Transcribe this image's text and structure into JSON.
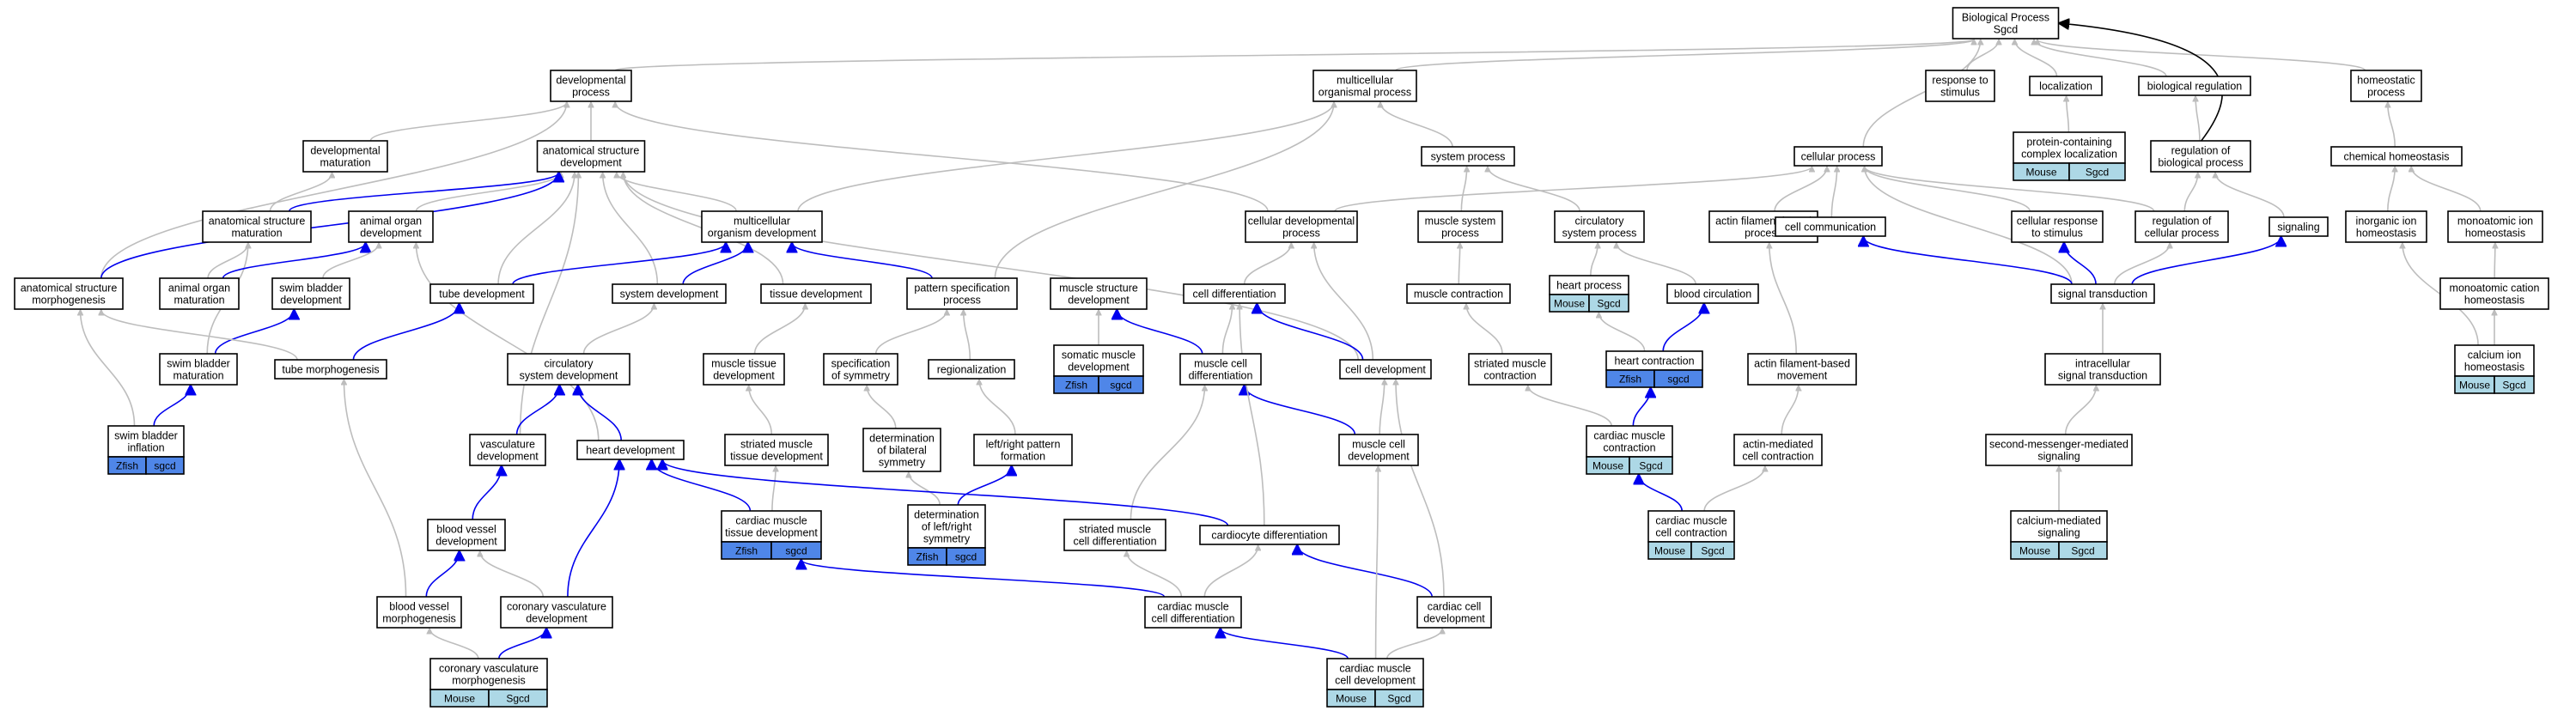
{
  "colors": {
    "mouse_badge": "#add8e6",
    "zfish_badge": "#4f86e8",
    "is_a_edge": "#bdbdbd",
    "part_of_edge": "#0000ee",
    "regulates_edge": "#000000"
  },
  "nodes": [
    {
      "id": "bp",
      "lines": [
        "Biological Process",
        "Sgcd"
      ]
    },
    {
      "id": "dev",
      "lines": [
        "developmental",
        "process"
      ]
    },
    {
      "id": "multi",
      "lines": [
        "multicellular",
        "organismal process"
      ]
    },
    {
      "id": "resp",
      "lines": [
        "response to",
        "stimulus"
      ]
    },
    {
      "id": "loc",
      "lines": [
        "localization"
      ]
    },
    {
      "id": "bioreg",
      "lines": [
        "biological regulation"
      ]
    },
    {
      "id": "homeo",
      "lines": [
        "homeostatic",
        "process"
      ]
    },
    {
      "id": "devmat",
      "lines": [
        "developmental",
        "maturation"
      ]
    },
    {
      "id": "asd",
      "lines": [
        "anatomical structure",
        "development"
      ]
    },
    {
      "id": "sysproc",
      "lines": [
        "system process"
      ]
    },
    {
      "id": "cellproc",
      "lines": [
        "cellular process"
      ]
    },
    {
      "id": "pcl",
      "lines": [
        "protein-containing",
        "complex localization"
      ],
      "badge": [
        "Mouse",
        "Sgcd"
      ],
      "badgeType": "mouse"
    },
    {
      "id": "regbp",
      "lines": [
        "regulation of",
        "biological process"
      ]
    },
    {
      "id": "chemhomeo",
      "lines": [
        "chemical homeostasis"
      ]
    },
    {
      "id": "asm",
      "lines": [
        "anatomical structure",
        "maturation"
      ]
    },
    {
      "id": "aod",
      "lines": [
        "animal organ",
        "development"
      ]
    },
    {
      "id": "mod",
      "lines": [
        "multicellular",
        "organism development"
      ]
    },
    {
      "id": "cdp",
      "lines": [
        "cellular developmental",
        "process"
      ]
    },
    {
      "id": "msp",
      "lines": [
        "muscle system",
        "process"
      ]
    },
    {
      "id": "csp",
      "lines": [
        "circulatory",
        "system process"
      ]
    },
    {
      "id": "afbp",
      "lines": [
        "actin filament-based",
        "process"
      ]
    },
    {
      "id": "cellcomm",
      "lines": [
        "cell communication"
      ]
    },
    {
      "id": "crs",
      "lines": [
        "cellular response",
        "to stimulus"
      ]
    },
    {
      "id": "regcp",
      "lines": [
        "regulation of",
        "cellular process"
      ]
    },
    {
      "id": "signaling",
      "lines": [
        "signaling"
      ]
    },
    {
      "id": "iih",
      "lines": [
        "inorganic ion",
        "homeostasis"
      ]
    },
    {
      "id": "mih",
      "lines": [
        "monoatomic ion",
        "homeostasis"
      ]
    },
    {
      "id": "asmorph",
      "lines": [
        "anatomical structure",
        "morphogenesis"
      ]
    },
    {
      "id": "aom",
      "lines": [
        "animal organ",
        "maturation"
      ]
    },
    {
      "id": "sbd",
      "lines": [
        "swim bladder",
        "development"
      ]
    },
    {
      "id": "tubedev",
      "lines": [
        "tube development"
      ]
    },
    {
      "id": "sysdev",
      "lines": [
        "system development"
      ]
    },
    {
      "id": "tissuedev",
      "lines": [
        "tissue development"
      ]
    },
    {
      "id": "psp",
      "lines": [
        "pattern specification",
        "process"
      ]
    },
    {
      "id": "msd",
      "lines": [
        "muscle structure",
        "development"
      ]
    },
    {
      "id": "celldiff",
      "lines": [
        "cell differentiation"
      ]
    },
    {
      "id": "heartproc",
      "lines": [
        "heart process"
      ],
      "badge": [
        "Mouse",
        "Sgcd"
      ],
      "badgeType": "mouse"
    },
    {
      "id": "bloodcirc",
      "lines": [
        "blood circulation"
      ]
    },
    {
      "id": "musclecontr",
      "lines": [
        "muscle contraction"
      ]
    },
    {
      "id": "sigtrans",
      "lines": [
        "signal transduction"
      ]
    },
    {
      "id": "mch",
      "lines": [
        "monoatomic cation",
        "homeostasis"
      ]
    },
    {
      "id": "sbm",
      "lines": [
        "swim bladder",
        "maturation"
      ]
    },
    {
      "id": "tubemorph",
      "lines": [
        "tube morphogenesis"
      ]
    },
    {
      "id": "circsysdev",
      "lines": [
        "circulatory",
        "system development"
      ]
    },
    {
      "id": "mtd",
      "lines": [
        "muscle tissue",
        "development"
      ]
    },
    {
      "id": "specsym",
      "lines": [
        "specification",
        "of symmetry"
      ]
    },
    {
      "id": "regionalization",
      "lines": [
        "regionalization"
      ]
    },
    {
      "id": "somd",
      "lines": [
        "somatic muscle",
        "development"
      ],
      "badge": [
        "Zfish",
        "sgcd"
      ],
      "badgeType": "zfish"
    },
    {
      "id": "mcd",
      "lines": [
        "muscle cell",
        "differentiation"
      ]
    },
    {
      "id": "celldev",
      "lines": [
        "cell development"
      ]
    },
    {
      "id": "heartcontr",
      "lines": [
        "heart contraction"
      ],
      "badge": [
        "Zfish",
        "sgcd"
      ],
      "badgeType": "zfish"
    },
    {
      "id": "smc",
      "lines": [
        "striated muscle",
        "contraction"
      ]
    },
    {
      "id": "afbm",
      "lines": [
        "actin filament-based",
        "movement"
      ]
    },
    {
      "id": "ist",
      "lines": [
        "intracellular",
        "signal transduction"
      ]
    },
    {
      "id": "cih",
      "lines": [
        "calcium ion",
        "homeostasis"
      ],
      "badge": [
        "Mouse",
        "Sgcd"
      ],
      "badgeType": "mouse"
    },
    {
      "id": "sbi",
      "lines": [
        "swim bladder",
        "inflation"
      ],
      "badge": [
        "Zfish",
        "sgcd"
      ],
      "badgeType": "zfish"
    },
    {
      "id": "vascdev",
      "lines": [
        "vasculature",
        "development"
      ]
    },
    {
      "id": "heartdev",
      "lines": [
        "heart development"
      ]
    },
    {
      "id": "smtd",
      "lines": [
        "striated muscle",
        "tissue development"
      ]
    },
    {
      "id": "dbs",
      "lines": [
        "determination",
        "of bilateral",
        "symmetry"
      ]
    },
    {
      "id": "lrpf",
      "lines": [
        "left/right pattern",
        "formation"
      ]
    },
    {
      "id": "mcdev",
      "lines": [
        "muscle cell",
        "development"
      ]
    },
    {
      "id": "cmc",
      "lines": [
        "cardiac muscle",
        "contraction"
      ],
      "badge": [
        "Mouse",
        "Sgcd"
      ],
      "badgeType": "mouse"
    },
    {
      "id": "amcc",
      "lines": [
        "actin-mediated",
        "cell contraction"
      ]
    },
    {
      "id": "smms",
      "lines": [
        "second-messenger-mediated",
        "signaling"
      ]
    },
    {
      "id": "bvd",
      "lines": [
        "blood vessel",
        "development"
      ]
    },
    {
      "id": "cmtd",
      "lines": [
        "cardiac muscle",
        "tissue development"
      ],
      "badge": [
        "Zfish",
        "sgcd"
      ],
      "badgeType": "zfish"
    },
    {
      "id": "dlrs",
      "lines": [
        "determination",
        "of left/right",
        "symmetry"
      ],
      "badge": [
        "Zfish",
        "sgcd"
      ],
      "badgeType": "zfish"
    },
    {
      "id": "smcd",
      "lines": [
        "striated muscle",
        "cell differentiation"
      ]
    },
    {
      "id": "cardiodiff",
      "lines": [
        "cardiocyte differentiation"
      ]
    },
    {
      "id": "cmcc",
      "lines": [
        "cardiac muscle",
        "cell contraction"
      ],
      "badge": [
        "Mouse",
        "Sgcd"
      ],
      "badgeType": "mouse"
    },
    {
      "id": "cms",
      "lines": [
        "calcium-mediated",
        "signaling"
      ],
      "badge": [
        "Mouse",
        "Sgcd"
      ],
      "badgeType": "mouse"
    },
    {
      "id": "bvm",
      "lines": [
        "blood vessel",
        "morphogenesis"
      ]
    },
    {
      "id": "cvd",
      "lines": [
        "coronary vasculature",
        "development"
      ]
    },
    {
      "id": "cmcdiff",
      "lines": [
        "cardiac muscle",
        "cell differentiation"
      ]
    },
    {
      "id": "ccd",
      "lines": [
        "cardiac cell",
        "development"
      ]
    },
    {
      "id": "cvm",
      "lines": [
        "coronary vasculature",
        "morphogenesis"
      ],
      "badge": [
        "Mouse",
        "Sgcd"
      ],
      "badgeType": "mouse"
    },
    {
      "id": "cmcdev",
      "lines": [
        "cardiac muscle",
        "cell development"
      ],
      "badge": [
        "Mouse",
        "Sgcd"
      ],
      "badgeType": "mouse"
    }
  ],
  "edges": [
    {
      "from": "dev",
      "to": "bp",
      "type": "is_a"
    },
    {
      "from": "multi",
      "to": "bp",
      "type": "is_a"
    },
    {
      "from": "resp",
      "to": "bp",
      "type": "is_a"
    },
    {
      "from": "loc",
      "to": "bp",
      "type": "is_a"
    },
    {
      "from": "bioreg",
      "to": "bp",
      "type": "is_a"
    },
    {
      "from": "homeo",
      "to": "bp",
      "type": "is_a"
    },
    {
      "from": "cellproc",
      "to": "bp",
      "type": "is_a"
    },
    {
      "from": "regbp",
      "to": "bp",
      "type": "regulates"
    },
    {
      "from": "devmat",
      "to": "dev",
      "type": "is_a"
    },
    {
      "from": "asd",
      "to": "dev",
      "type": "is_a"
    },
    {
      "from": "cdp",
      "to": "dev",
      "type": "is_a"
    },
    {
      "from": "asmorph",
      "to": "dev",
      "type": "is_a"
    },
    {
      "from": "sysproc",
      "to": "multi",
      "type": "is_a"
    },
    {
      "from": "mod",
      "to": "multi",
      "type": "is_a"
    },
    {
      "from": "psp",
      "to": "multi",
      "type": "is_a"
    },
    {
      "from": "pcl",
      "to": "loc",
      "type": "is_a"
    },
    {
      "from": "regbp",
      "to": "bioreg",
      "type": "is_a"
    },
    {
      "from": "chemhomeo",
      "to": "homeo",
      "type": "is_a"
    },
    {
      "from": "asm",
      "to": "devmat",
      "type": "is_a"
    },
    {
      "from": "aod",
      "to": "asd",
      "type": "is_a"
    },
    {
      "from": "mod",
      "to": "asd",
      "type": "is_a"
    },
    {
      "from": "tubedev",
      "to": "asd",
      "type": "is_a"
    },
    {
      "from": "sysdev",
      "to": "asd",
      "type": "is_a"
    },
    {
      "from": "tissuedev",
      "to": "asd",
      "type": "is_a"
    },
    {
      "from": "celldev",
      "to": "asd",
      "type": "is_a"
    },
    {
      "from": "vascdev",
      "to": "asd",
      "type": "is_a"
    },
    {
      "from": "asmorph",
      "to": "asd",
      "type": "part_of"
    },
    {
      "from": "asm",
      "to": "asd",
      "type": "part_of"
    },
    {
      "from": "msp",
      "to": "sysproc",
      "type": "is_a"
    },
    {
      "from": "csp",
      "to": "sysproc",
      "type": "is_a"
    },
    {
      "from": "cdp",
      "to": "cellproc",
      "type": "is_a"
    },
    {
      "from": "afbp",
      "to": "cellproc",
      "type": "is_a"
    },
    {
      "from": "cellcomm",
      "to": "cellproc",
      "type": "is_a"
    },
    {
      "from": "crs",
      "to": "cellproc",
      "type": "is_a"
    },
    {
      "from": "regcp",
      "to": "cellproc",
      "type": "is_a"
    },
    {
      "from": "sigtrans",
      "to": "cellproc",
      "type": "is_a"
    },
    {
      "from": "regcp",
      "to": "regbp",
      "type": "is_a"
    },
    {
      "from": "signaling",
      "to": "regbp",
      "type": "is_a"
    },
    {
      "from": "sigtrans",
      "to": "regcp",
      "type": "is_a"
    },
    {
      "from": "iih",
      "to": "chemhomeo",
      "type": "is_a"
    },
    {
      "from": "mih",
      "to": "chemhomeo",
      "type": "is_a"
    },
    {
      "from": "aom",
      "to": "asm",
      "type": "is_a"
    },
    {
      "from": "sbm",
      "to": "asm",
      "type": "is_a"
    },
    {
      "from": "aom",
      "to": "aod",
      "type": "part_of"
    },
    {
      "from": "sbd",
      "to": "aod",
      "type": "is_a"
    },
    {
      "from": "heartdev",
      "to": "aod",
      "type": "is_a"
    },
    {
      "from": "tubedev",
      "to": "mod",
      "type": "part_of"
    },
    {
      "from": "sysdev",
      "to": "mod",
      "type": "part_of"
    },
    {
      "from": "psp",
      "to": "mod",
      "type": "part_of"
    },
    {
      "from": "celldiff",
      "to": "cdp",
      "type": "is_a"
    },
    {
      "from": "celldev",
      "to": "cdp",
      "type": "is_a"
    },
    {
      "from": "musclecontr",
      "to": "msp",
      "type": "is_a"
    },
    {
      "from": "heartproc",
      "to": "csp",
      "type": "is_a"
    },
    {
      "from": "bloodcirc",
      "to": "csp",
      "type": "is_a"
    },
    {
      "from": "afbm",
      "to": "afbp",
      "type": "is_a"
    },
    {
      "from": "sigtrans",
      "to": "cellcomm",
      "type": "part_of"
    },
    {
      "from": "sigtrans",
      "to": "crs",
      "type": "part_of"
    },
    {
      "from": "sigtrans",
      "to": "signaling",
      "type": "part_of"
    },
    {
      "from": "cih",
      "to": "iih",
      "type": "is_a"
    },
    {
      "from": "mch",
      "to": "mih",
      "type": "is_a"
    },
    {
      "from": "cih",
      "to": "mch",
      "type": "is_a"
    },
    {
      "from": "sbm",
      "to": "sbd",
      "type": "part_of"
    },
    {
      "from": "tubemorph",
      "to": "tubedev",
      "type": "part_of"
    },
    {
      "from": "tubemorph",
      "to": "asmorph",
      "type": "is_a"
    },
    {
      "from": "circsysdev",
      "to": "sysdev",
      "type": "is_a"
    },
    {
      "from": "mtd",
      "to": "tissuedev",
      "type": "is_a"
    },
    {
      "from": "specsym",
      "to": "psp",
      "type": "is_a"
    },
    {
      "from": "regionalization",
      "to": "psp",
      "type": "is_a"
    },
    {
      "from": "somd",
      "to": "msd",
      "type": "is_a"
    },
    {
      "from": "mcd",
      "to": "msd",
      "type": "part_of"
    },
    {
      "from": "mcd",
      "to": "celldiff",
      "type": "is_a"
    },
    {
      "from": "celldev",
      "to": "celldiff",
      "type": "part_of"
    },
    {
      "from": "heartcontr",
      "to": "heartproc",
      "type": "is_a"
    },
    {
      "from": "heartcontr",
      "to": "bloodcirc",
      "type": "part_of"
    },
    {
      "from": "smc",
      "to": "musclecontr",
      "type": "is_a"
    },
    {
      "from": "ist",
      "to": "sigtrans",
      "type": "is_a"
    },
    {
      "from": "sbi",
      "to": "sbm",
      "type": "part_of"
    },
    {
      "from": "sbi",
      "to": "asmorph",
      "type": "is_a"
    },
    {
      "from": "vascdev",
      "to": "circsysdev",
      "type": "part_of"
    },
    {
      "from": "heartdev",
      "to": "circsysdev",
      "type": "part_of"
    },
    {
      "from": "smtd",
      "to": "mtd",
      "type": "is_a"
    },
    {
      "from": "dbs",
      "to": "specsym",
      "type": "is_a"
    },
    {
      "from": "lrpf",
      "to": "regionalization",
      "type": "is_a"
    },
    {
      "from": "mcdev",
      "to": "mcd",
      "type": "part_of"
    },
    {
      "from": "mcdev",
      "to": "celldev",
      "type": "is_a"
    },
    {
      "from": "cmc",
      "to": "heartcontr",
      "type": "part_of"
    },
    {
      "from": "cmc",
      "to": "smc",
      "type": "is_a"
    },
    {
      "from": "amcc",
      "to": "afbm",
      "type": "is_a"
    },
    {
      "from": "smms",
      "to": "ist",
      "type": "is_a"
    },
    {
      "from": "bvd",
      "to": "vascdev",
      "type": "part_of"
    },
    {
      "from": "cmtd",
      "to": "heartdev",
      "type": "part_of"
    },
    {
      "from": "cmtd",
      "to": "smtd",
      "type": "is_a"
    },
    {
      "from": "dlrs",
      "to": "lrpf",
      "type": "part_of"
    },
    {
      "from": "dlrs",
      "to": "dbs",
      "type": "is_a"
    },
    {
      "from": "smcd",
      "to": "mcd",
      "type": "is_a"
    },
    {
      "from": "cardiodiff",
      "to": "heartdev",
      "type": "part_of"
    },
    {
      "from": "cardiodiff",
      "to": "celldiff",
      "type": "is_a"
    },
    {
      "from": "cmcc",
      "to": "cmc",
      "type": "part_of"
    },
    {
      "from": "cmcc",
      "to": "amcc",
      "type": "is_a"
    },
    {
      "from": "cms",
      "to": "smms",
      "type": "is_a"
    },
    {
      "from": "bvm",
      "to": "bvd",
      "type": "part_of"
    },
    {
      "from": "bvm",
      "to": "tubemorph",
      "type": "is_a"
    },
    {
      "from": "cvd",
      "to": "bvd",
      "type": "is_a"
    },
    {
      "from": "cvd",
      "to": "heartdev",
      "type": "part_of"
    },
    {
      "from": "cmcdiff",
      "to": "cmtd",
      "type": "part_of"
    },
    {
      "from": "cmcdiff",
      "to": "smcd",
      "type": "is_a"
    },
    {
      "from": "cmcdiff",
      "to": "cardiodiff",
      "type": "is_a"
    },
    {
      "from": "ccd",
      "to": "cardiodiff",
      "type": "part_of"
    },
    {
      "from": "ccd",
      "to": "celldev",
      "type": "is_a"
    },
    {
      "from": "cvm",
      "to": "cvd",
      "type": "part_of"
    },
    {
      "from": "cvm",
      "to": "bvm",
      "type": "is_a"
    },
    {
      "from": "cmcdev",
      "to": "cmcdiff",
      "type": "part_of"
    },
    {
      "from": "cmcdev",
      "to": "ccd",
      "type": "is_a"
    },
    {
      "from": "cmcdev",
      "to": "mcdev",
      "type": "is_a"
    }
  ]
}
